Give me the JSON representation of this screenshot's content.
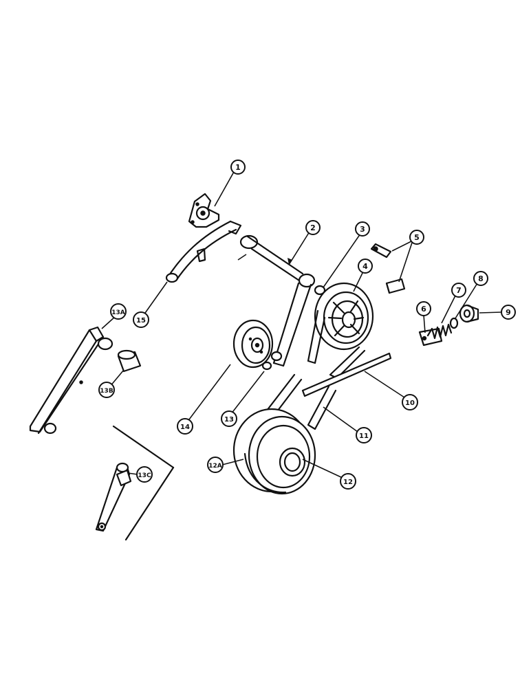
{
  "diagram": {
    "callouts": [
      {
        "id": "c1",
        "label": "1"
      },
      {
        "id": "c2",
        "label": "2"
      },
      {
        "id": "c3",
        "label": "3"
      },
      {
        "id": "c4",
        "label": "4"
      },
      {
        "id": "c5",
        "label": "5"
      },
      {
        "id": "c6",
        "label": "6"
      },
      {
        "id": "c7",
        "label": "7"
      },
      {
        "id": "c8",
        "label": "8"
      },
      {
        "id": "c9",
        "label": "9"
      },
      {
        "id": "c10",
        "label": "10"
      },
      {
        "id": "c11",
        "label": "11"
      },
      {
        "id": "c12",
        "label": "12"
      },
      {
        "id": "c12a",
        "label": "12A"
      },
      {
        "id": "c13",
        "label": "13"
      },
      {
        "id": "c13a",
        "label": "13A"
      },
      {
        "id": "c13b",
        "label": "13B"
      },
      {
        "id": "c13c",
        "label": "13C"
      },
      {
        "id": "c14",
        "label": "14"
      },
      {
        "id": "c15",
        "label": "15"
      }
    ]
  }
}
